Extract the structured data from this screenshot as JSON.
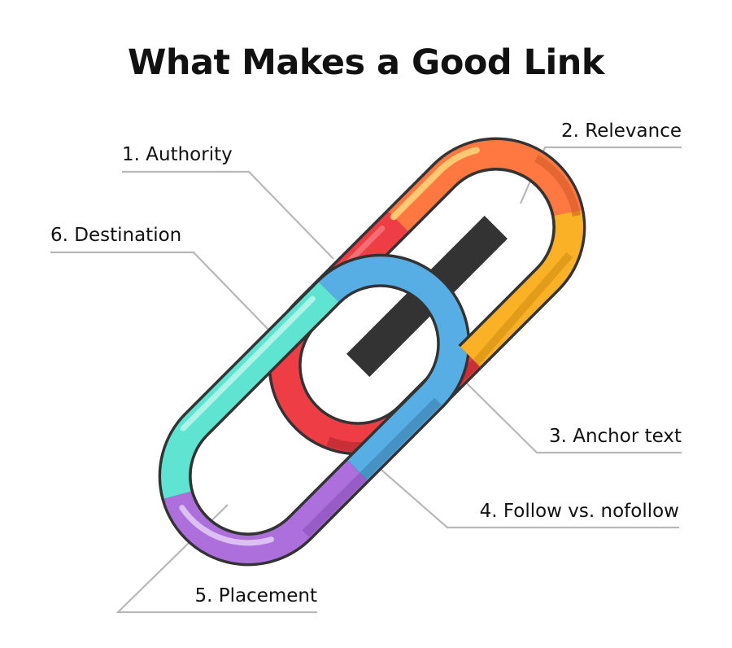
{
  "title": "What Makes a Good Link",
  "labels": {
    "authority": "1. Authority",
    "relevance": "2. Relevance",
    "anchor_text": "3. Anchor text",
    "follow": "4. Follow vs. nofollow",
    "placement": "5. Placement",
    "destination": "6. Destination"
  },
  "colors": {
    "authority": "#ee3d45",
    "relevance": "#ff7842",
    "anchor_text": "#fbb126",
    "follow": "#57aee5",
    "placement": "#ac6fdb",
    "destination": "#5fe4d1",
    "outline": "#333333",
    "leader": "#b8b8b8"
  }
}
